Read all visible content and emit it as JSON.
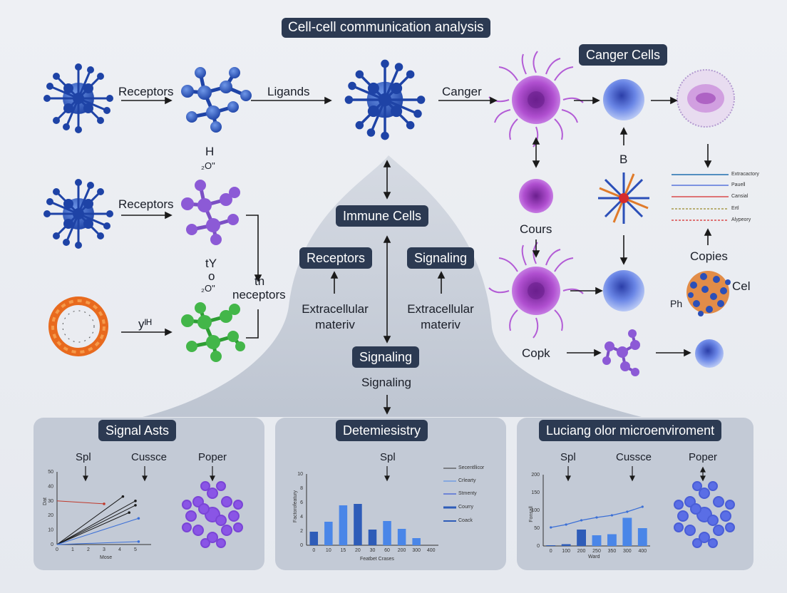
{
  "title": "Cell-cell communication analysis",
  "labels": {
    "receptors_1": "Receptors",
    "ligands": "Ligands",
    "canger": "Canger",
    "canger_cells": "Canger Cells",
    "h_label": "H",
    "h_sub": "₂O\"",
    "receptors_2": "Receptors",
    "b_label": "B",
    "tv_label": "tY",
    "o_label": "o",
    "tv_sub": "₂O\"",
    "tn_neceptors_1": "tn",
    "tn_neceptors_2": "neceptors",
    "yl_label": "yᴵᴴ",
    "immune_cells": "Immune Cells",
    "receptors_pill": "Receptors",
    "signaling_pill_1": "Signaling",
    "extracellular_1a": "Extracellular",
    "extracellular_1b": "materiv",
    "extracellular_2a": "Extracellular",
    "extracellular_2b": "materiv",
    "signaling_pill_2": "Signaling",
    "signaling_text": "Signaling",
    "cours": "Cours",
    "copies": "Copies",
    "cel": "Cel",
    "ph": "Ph",
    "copk": "Copk"
  },
  "legend_right": [
    "Extracactory",
    "Pauell",
    "Cansial",
    "Ertl",
    "Alypeory"
  ],
  "panels": {
    "left": {
      "title": "Signal Asts",
      "spl": "Spl",
      "cussce": "Cussce",
      "poper": "Poper",
      "ylabel": "Dat",
      "xlabel": "Mose"
    },
    "middle": {
      "title": "Detemiesistry",
      "spl": "Spl",
      "ylabel": "Factorofeatury",
      "xlabel": "Featbet Crases",
      "legend": [
        "Secentllicor",
        "Crlearty",
        "Stmenty",
        "Courry",
        "Coack"
      ]
    },
    "right": {
      "title": "Luciang olor microenviroment",
      "spl": "Spl",
      "cussce": "Cussce",
      "poper": "Poper",
      "ylabel": "Fonsall",
      "xlabel": "Ward"
    }
  },
  "chart_data": [
    {
      "type": "line",
      "title": "",
      "ylabel": "Dat",
      "xlabel": "Mose",
      "x_ticks": [
        "0",
        "1",
        "2",
        "3",
        "4",
        "5"
      ],
      "y_ticks": [
        "0",
        "10",
        "20",
        "30",
        "40",
        "50"
      ],
      "xlim": [
        0,
        6
      ],
      "ylim": [
        0,
        50
      ],
      "series": [
        {
          "color": "#c0392b",
          "x": [
            0,
            3
          ],
          "y": [
            30,
            28
          ]
        },
        {
          "color": "#1a1a1a",
          "x": [
            0,
            4.2
          ],
          "y": [
            0,
            33
          ]
        },
        {
          "color": "#1a1a1a",
          "x": [
            0,
            5.0
          ],
          "y": [
            0,
            30
          ]
        },
        {
          "color": "#1a1a1a",
          "x": [
            0,
            5.0
          ],
          "y": [
            0,
            27
          ]
        },
        {
          "color": "#1a1a1a",
          "x": [
            0,
            4.6
          ],
          "y": [
            0,
            22
          ]
        },
        {
          "color": "#3b6fd6",
          "x": [
            0,
            5.2
          ],
          "y": [
            0,
            18
          ]
        },
        {
          "color": "#3b6fd6",
          "x": [
            0,
            5.2
          ],
          "y": [
            0,
            2
          ]
        }
      ]
    },
    {
      "type": "bar",
      "title": "",
      "ylabel": "Factorofeatury",
      "xlabel": "Featbet Crases",
      "categories": [
        "0",
        "10",
        "15",
        "20",
        "30",
        "60",
        "200",
        "300",
        "400"
      ],
      "values": [
        1.9,
        3.3,
        5.6,
        5.8,
        2.2,
        3.4,
        2.3,
        1.0,
        0
      ],
      "colors": [
        "#2e5cb8",
        "#4a86e8",
        "#4a86e8",
        "#2e5cb8",
        "#2e5cb8",
        "#4a86e8",
        "#4a86e8",
        "#4a86e8",
        "#4a86e8"
      ],
      "y_ticks": [
        "0",
        "2",
        "4",
        "6",
        "8",
        "10"
      ],
      "ylim": [
        0,
        10
      ]
    },
    {
      "type": "bar",
      "title": "",
      "ylabel": "Fonsall",
      "xlabel": "Ward",
      "categories": [
        "0",
        "100",
        "200",
        "250",
        "350",
        "300",
        "400"
      ],
      "values": [
        2,
        5,
        46,
        30,
        33,
        79,
        50
      ],
      "line_values": [
        52,
        60,
        72,
        80,
        86,
        96,
        110
      ],
      "colors": [
        "#2e5cb8",
        "#2e5cb8",
        "#2e5cb8",
        "#4a86e8",
        "#4a86e8",
        "#4a86e8",
        "#4a86e8"
      ],
      "y_ticks": [
        "0",
        "50",
        "100",
        "150",
        "200"
      ],
      "ylim": [
        0,
        200
      ]
    }
  ]
}
